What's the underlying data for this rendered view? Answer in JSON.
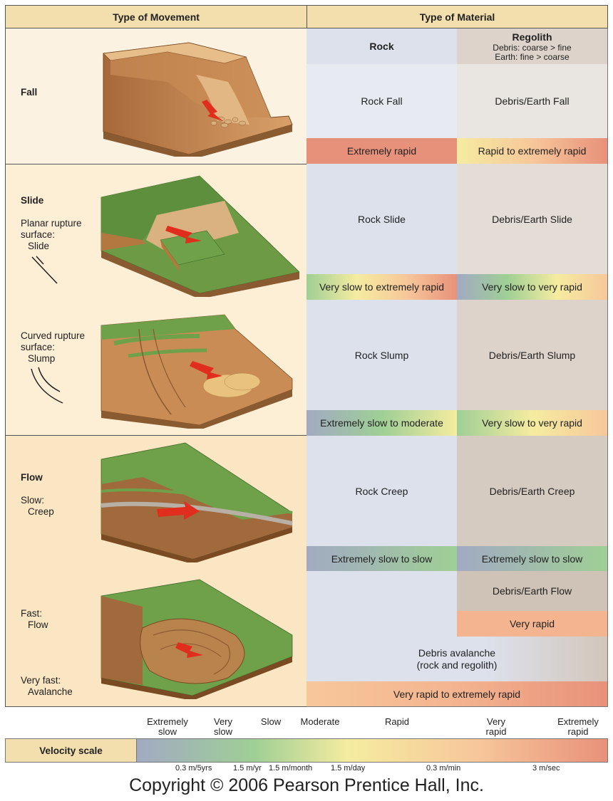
{
  "headers": {
    "movement": "Type of Movement",
    "material": "Type of Material"
  },
  "material_columns": {
    "rock": "Rock",
    "regolith": "Regolith",
    "regolith_note1": "Debris: coarse > fine",
    "regolith_note2": "Earth: fine > coarse"
  },
  "left_labels": {
    "fall": "Fall",
    "slide": "Slide",
    "planar_line1": "Planar rupture",
    "planar_line2": "surface:",
    "planar_line3": "Slide",
    "curved_line1": "Curved rupture",
    "curved_line2": "surface:",
    "curved_line3": "Slump",
    "flow": "Flow",
    "slow": "Slow:",
    "creep": "Creep",
    "fast": "Fast:",
    "flow2": "Flow",
    "veryfast": "Very fast:",
    "avalanche": "Avalanche"
  },
  "cells": {
    "rock_fall": "Rock Fall",
    "debris_fall": "Debris/Earth Fall",
    "rock_slide": "Rock Slide",
    "debris_slide": "Debris/Earth Slide",
    "rock_slump": "Rock Slump",
    "debris_slump": "Debris/Earth Slump",
    "rock_creep": "Rock Creep",
    "debris_creep": "Debris/Earth Creep",
    "debris_flow": "Debris/Earth Flow",
    "avalanche_line1": "Debris avalanche",
    "avalanche_line2": "(rock and regolith)"
  },
  "speeds": {
    "rock_fall": "Extremely rapid",
    "debris_fall": "Rapid to extremely rapid",
    "rock_slide": "Very slow to extremely rapid",
    "debris_slide": "Very slow to very rapid",
    "rock_slump": "Extremely slow to moderate",
    "debris_slump": "Very slow to very rapid",
    "rock_creep": "Extremely slow to slow",
    "debris_creep": "Extremely slow to slow",
    "debris_flow": "Very rapid",
    "avalanche": "Very rapid to extremely rapid"
  },
  "velocity": {
    "label": "Velocity scale",
    "ticks": [
      {
        "l1": "Extremely",
        "l2": "slow"
      },
      {
        "l1": "Very",
        "l2": "slow"
      },
      {
        "l1": "Slow",
        "l2": ""
      },
      {
        "l1": "Moderate",
        "l2": ""
      },
      {
        "l1": "Rapid",
        "l2": ""
      },
      {
        "l1": "Very",
        "l2": "rapid"
      },
      {
        "l1": "Extremely",
        "l2": "rapid"
      }
    ],
    "speeds": [
      "0.3 m/5yrs",
      "1.5 m/yr",
      "1.5 m/month",
      "1.5 m/day",
      "0.3 m/min",
      "3 m/sec"
    ]
  },
  "colors": {
    "very_slow": "#a2aac3",
    "slow": "#9fcf95",
    "moderate": "#f5eca0",
    "rapid": "#f7c79a",
    "extremely_rapid": "#e8917a"
  },
  "copyright": "Copyright © 2006 Pearson Prentice Hall, Inc."
}
